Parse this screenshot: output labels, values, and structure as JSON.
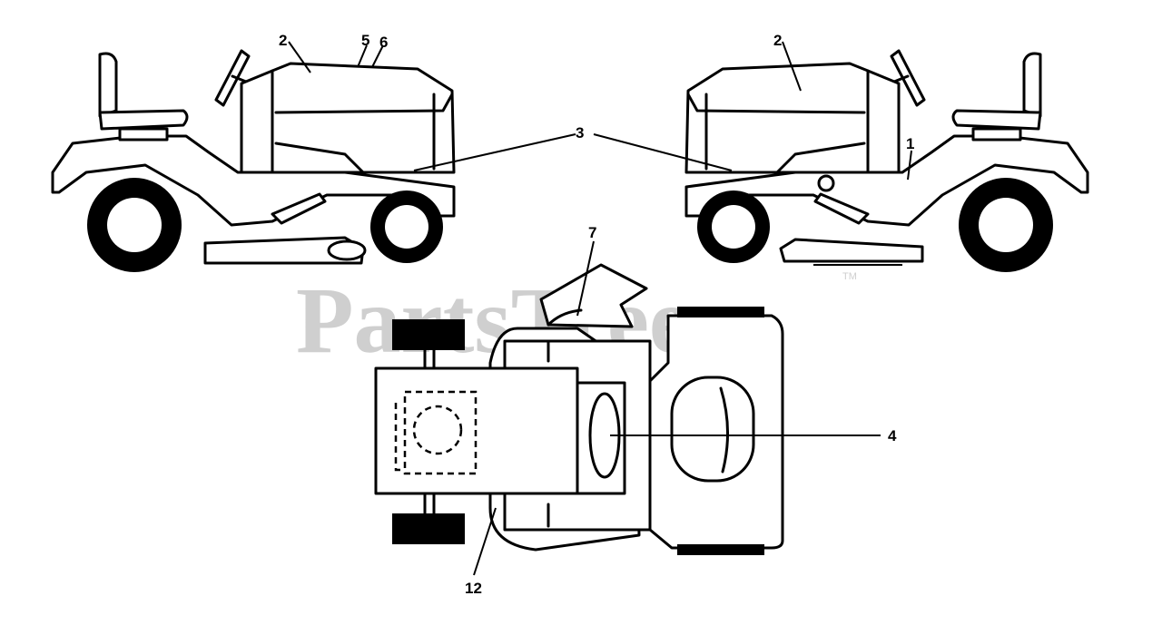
{
  "watermark": {
    "text": "PartsTree",
    "trademark": "TM"
  },
  "callouts": {
    "c1": "1",
    "c2_left": "2",
    "c2_right": "2",
    "c3": "3",
    "c4": "4",
    "c5": "5",
    "c6": "6",
    "c7": "7",
    "c12": "12"
  }
}
